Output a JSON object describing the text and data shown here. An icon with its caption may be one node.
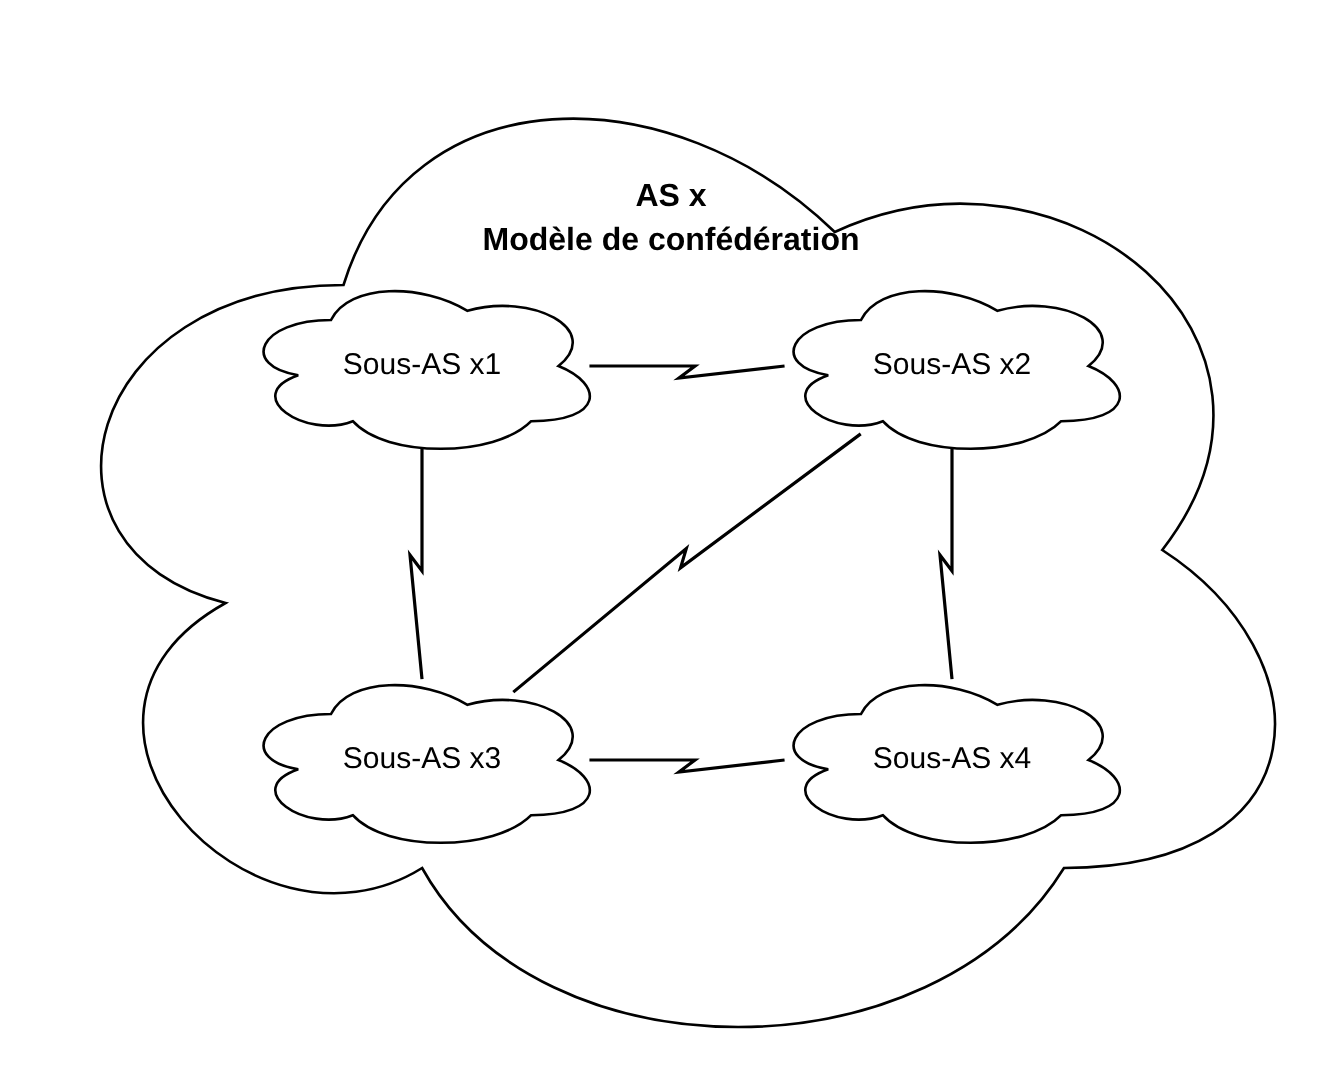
{
  "diagram": {
    "nodes": [
      {
        "text": [
          "AS x",
          "Modèle de confédération"
        ]
      },
      {
        "text": [
          "Sous-AS x1"
        ],
        "in": 0
      },
      {
        "text": [
          "Sous-AS x2"
        ],
        "in": 0
      },
      {
        "text": [
          "Sous-AS x3"
        ],
        "in": 0
      },
      {
        "text": [
          "Sous-AS x4"
        ],
        "in": 0
      }
    ],
    "edges": [
      {
        "from": 1,
        "to": 2,
        "arrow": "none"
      },
      {
        "from": 1,
        "to": 3,
        "arrow": "none"
      },
      {
        "from": 2,
        "to": 3,
        "arrow": "none"
      },
      {
        "from": 2,
        "to": 4,
        "arrow": "none"
      },
      {
        "from": 3,
        "to": 4,
        "arrow": "none"
      }
    ]
  }
}
